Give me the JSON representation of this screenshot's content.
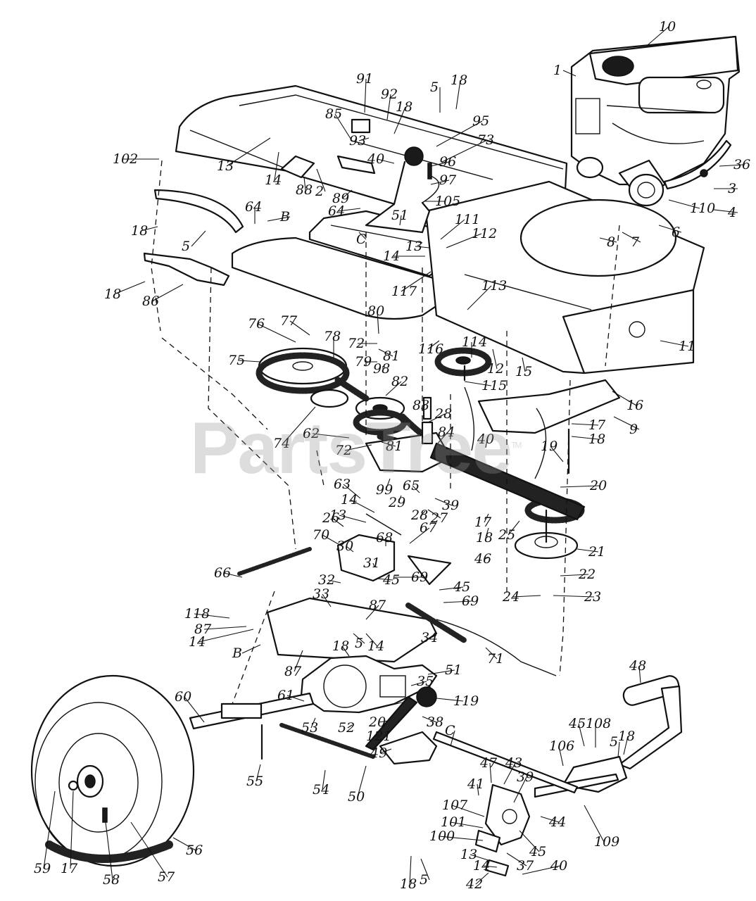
{
  "watermark": {
    "text": "PartsTree",
    "trademark": "TM"
  },
  "callouts": [
    {
      "id": "c10",
      "label": "10"
    },
    {
      "id": "c1",
      "label": "1"
    },
    {
      "id": "c91",
      "label": "91"
    },
    {
      "id": "c92",
      "label": "92"
    },
    {
      "id": "c5a",
      "label": "5"
    },
    {
      "id": "c18a",
      "label": "18"
    },
    {
      "id": "c85",
      "label": "85"
    },
    {
      "id": "c18b",
      "label": "18"
    },
    {
      "id": "c95",
      "label": "95"
    },
    {
      "id": "c93",
      "label": "93"
    },
    {
      "id": "c73",
      "label": "73"
    },
    {
      "id": "c40a",
      "label": "40"
    },
    {
      "id": "c96",
      "label": "96"
    },
    {
      "id": "c97",
      "label": "97"
    },
    {
      "id": "c36",
      "label": "36"
    },
    {
      "id": "c102",
      "label": "102"
    },
    {
      "id": "c13a",
      "label": "13"
    },
    {
      "id": "c14a",
      "label": "14"
    },
    {
      "id": "c88",
      "label": "88"
    },
    {
      "id": "c2",
      "label": "2"
    },
    {
      "id": "c89",
      "label": "89"
    },
    {
      "id": "c3",
      "label": "3"
    },
    {
      "id": "c4",
      "label": "4"
    },
    {
      "id": "c64a",
      "label": "64"
    },
    {
      "id": "cB1",
      "label": "B"
    },
    {
      "id": "c64b",
      "label": "64"
    },
    {
      "id": "c51a",
      "label": "51"
    },
    {
      "id": "c105",
      "label": "105"
    },
    {
      "id": "c110",
      "label": "110"
    },
    {
      "id": "c18c",
      "label": "18"
    },
    {
      "id": "c5b",
      "label": "5"
    },
    {
      "id": "cC1",
      "label": "C"
    },
    {
      "id": "c111",
      "label": "111"
    },
    {
      "id": "c13b",
      "label": "13"
    },
    {
      "id": "c112",
      "label": "112"
    },
    {
      "id": "c14b",
      "label": "14"
    },
    {
      "id": "c8",
      "label": "8"
    },
    {
      "id": "c7",
      "label": "7"
    },
    {
      "id": "c6",
      "label": "6"
    },
    {
      "id": "c18d",
      "label": "18"
    },
    {
      "id": "c86",
      "label": "86"
    },
    {
      "id": "c117",
      "label": "117"
    },
    {
      "id": "c113",
      "label": "113"
    },
    {
      "id": "c80",
      "label": "80"
    },
    {
      "id": "c76",
      "label": "76"
    },
    {
      "id": "c77",
      "label": "77"
    },
    {
      "id": "c78",
      "label": "78"
    },
    {
      "id": "c72a",
      "label": "72"
    },
    {
      "id": "c81a",
      "label": "81"
    },
    {
      "id": "c116",
      "label": "116"
    },
    {
      "id": "c114",
      "label": "114"
    },
    {
      "id": "c11",
      "label": "11"
    },
    {
      "id": "c75",
      "label": "75"
    },
    {
      "id": "c79",
      "label": "79"
    },
    {
      "id": "c98",
      "label": "98"
    },
    {
      "id": "c12",
      "label": "12"
    },
    {
      "id": "c15",
      "label": "15"
    },
    {
      "id": "c82",
      "label": "82"
    },
    {
      "id": "c115",
      "label": "115"
    },
    {
      "id": "c83",
      "label": "83"
    },
    {
      "id": "c16",
      "label": "16"
    },
    {
      "id": "c9",
      "label": "9"
    },
    {
      "id": "c28a",
      "label": "28"
    },
    {
      "id": "c74",
      "label": "74"
    },
    {
      "id": "c62",
      "label": "62"
    },
    {
      "id": "c84",
      "label": "84"
    },
    {
      "id": "c17a",
      "label": "17"
    },
    {
      "id": "c18e",
      "label": "18"
    },
    {
      "id": "c40b",
      "label": "40"
    },
    {
      "id": "c72b",
      "label": "72"
    },
    {
      "id": "c81b",
      "label": "81"
    },
    {
      "id": "c19",
      "label": "19"
    },
    {
      "id": "c20a",
      "label": "20"
    },
    {
      "id": "c99",
      "label": "99"
    },
    {
      "id": "c65",
      "label": "65"
    },
    {
      "id": "c63",
      "label": "63"
    },
    {
      "id": "c29",
      "label": "29"
    },
    {
      "id": "c39a",
      "label": "39"
    },
    {
      "id": "c14c",
      "label": "14"
    },
    {
      "id": "c13c",
      "label": "13"
    },
    {
      "id": "c28b",
      "label": "28"
    },
    {
      "id": "c27",
      "label": "27"
    },
    {
      "id": "c17b",
      "label": "17"
    },
    {
      "id": "c26",
      "label": "26"
    },
    {
      "id": "c67",
      "label": "67"
    },
    {
      "id": "c25",
      "label": "25"
    },
    {
      "id": "c18f",
      "label": "18"
    },
    {
      "id": "c70",
      "label": "70"
    },
    {
      "id": "c30",
      "label": "30"
    },
    {
      "id": "c68",
      "label": "68"
    },
    {
      "id": "c46",
      "label": "46"
    },
    {
      "id": "c21",
      "label": "21"
    },
    {
      "id": "c31",
      "label": "31"
    },
    {
      "id": "c66",
      "label": "66"
    },
    {
      "id": "c32",
      "label": "32"
    },
    {
      "id": "c45a",
      "label": "45"
    },
    {
      "id": "c69a",
      "label": "69"
    },
    {
      "id": "c22",
      "label": "22"
    },
    {
      "id": "c45b",
      "label": "45"
    },
    {
      "id": "c24",
      "label": "24"
    },
    {
      "id": "c23",
      "label": "23"
    },
    {
      "id": "c69b",
      "label": "69"
    },
    {
      "id": "c33",
      "label": "33"
    },
    {
      "id": "c87a",
      "label": "87"
    },
    {
      "id": "c118",
      "label": "118"
    },
    {
      "id": "c87b",
      "label": "87"
    },
    {
      "id": "c14d",
      "label": "14"
    },
    {
      "id": "c5c",
      "label": "5"
    },
    {
      "id": "c14e",
      "label": "14"
    },
    {
      "id": "c34",
      "label": "34"
    },
    {
      "id": "c71",
      "label": "71"
    },
    {
      "id": "cB2",
      "label": "B"
    },
    {
      "id": "c18g",
      "label": "18"
    },
    {
      "id": "c87c",
      "label": "87"
    },
    {
      "id": "c51b",
      "label": "51"
    },
    {
      "id": "c35",
      "label": "35"
    },
    {
      "id": "c48",
      "label": "48"
    },
    {
      "id": "c60",
      "label": "60"
    },
    {
      "id": "c61",
      "label": "61"
    },
    {
      "id": "c119",
      "label": "119"
    },
    {
      "id": "c20b",
      "label": "20"
    },
    {
      "id": "c53",
      "label": "53"
    },
    {
      "id": "c52",
      "label": "52"
    },
    {
      "id": "c38",
      "label": "38"
    },
    {
      "id": "c121",
      "label": "121"
    },
    {
      "id": "cC2",
      "label": "C"
    },
    {
      "id": "c45c",
      "label": "45"
    },
    {
      "id": "c108",
      "label": "108"
    },
    {
      "id": "c5d",
      "label": "5"
    },
    {
      "id": "c18h",
      "label": "18"
    },
    {
      "id": "c49",
      "label": "49"
    },
    {
      "id": "c55",
      "label": "55"
    },
    {
      "id": "c106",
      "label": "106"
    },
    {
      "id": "c47",
      "label": "47"
    },
    {
      "id": "c43",
      "label": "43"
    },
    {
      "id": "c39b",
      "label": "39"
    },
    {
      "id": "c54",
      "label": "54"
    },
    {
      "id": "c50",
      "label": "50"
    },
    {
      "id": "c41",
      "label": "41"
    },
    {
      "id": "c44",
      "label": "44"
    },
    {
      "id": "c109",
      "label": "109"
    },
    {
      "id": "c107",
      "label": "107"
    },
    {
      "id": "c101",
      "label": "101"
    },
    {
      "id": "c100",
      "label": "100"
    },
    {
      "id": "c45d",
      "label": "45"
    },
    {
      "id": "c37",
      "label": "37"
    },
    {
      "id": "c56",
      "label": "56"
    },
    {
      "id": "c13d",
      "label": "13"
    },
    {
      "id": "c14f",
      "label": "14"
    },
    {
      "id": "c40c",
      "label": "40"
    },
    {
      "id": "c59",
      "label": "59"
    },
    {
      "id": "c17c",
      "label": "17"
    },
    {
      "id": "c58",
      "label": "58"
    },
    {
      "id": "c57",
      "label": "57"
    },
    {
      "id": "c18i",
      "label": "18"
    },
    {
      "id": "c5e",
      "label": "5"
    },
    {
      "id": "c42",
      "label": "42"
    }
  ]
}
